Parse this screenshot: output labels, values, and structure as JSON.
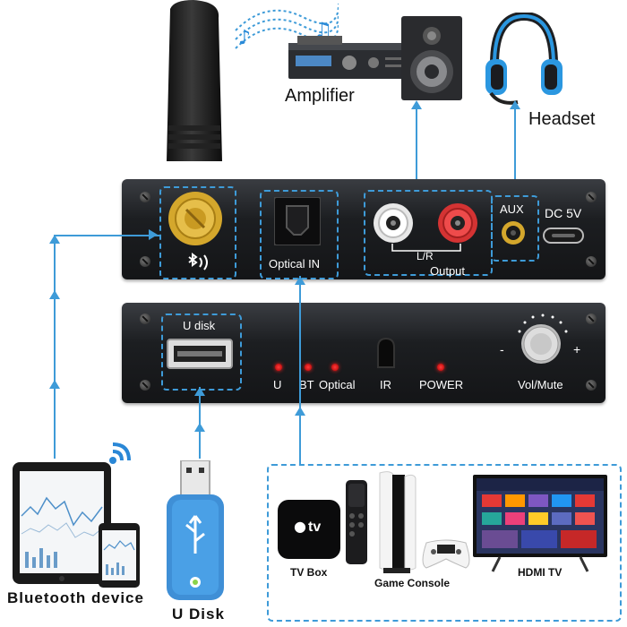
{
  "labels": {
    "amplifier": "Amplifier",
    "headset": "Headset",
    "aux": "AUX",
    "dc": "DC 5V",
    "optical_in": "Optical IN",
    "lr": "L/R",
    "output": "Output",
    "u_disk_port": "U disk",
    "led_u": "U",
    "led_bt": "BT",
    "led_optical": "Optical",
    "ir": "IR",
    "power": "POWER",
    "vol_minus": "-",
    "vol_plus": "+",
    "vol_mute": "Vol/Mute",
    "tv_box": "TV Box",
    "game_console": "Game Console",
    "hdmi_tv": "HDMI TV",
    "bluetooth_device": "Bluetooth device",
    "u_disk": "U Disk",
    "appletv": "tv"
  },
  "colors": {
    "accent": "#3e9bd8",
    "led": "#ff2a2a",
    "gold": "#d4a72c"
  }
}
